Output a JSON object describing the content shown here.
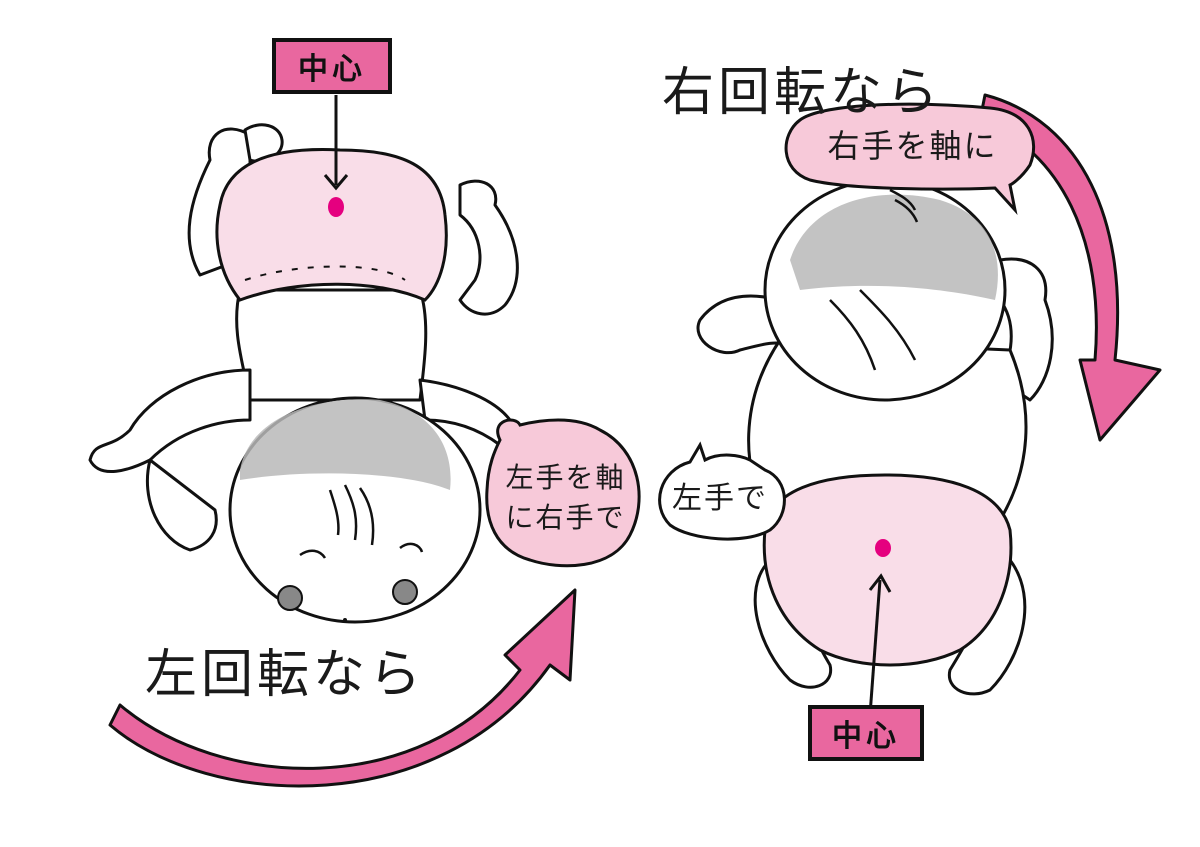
{
  "left_figure": {
    "center_tag": "中心",
    "title": "左回転なら",
    "speech_line1": "左手を軸",
    "speech_line2": "に右手で"
  },
  "right_figure": {
    "center_tag": "中心",
    "title": "右回転なら",
    "speech_top": "右手を軸に",
    "speech_side": "左手で"
  },
  "colors": {
    "arrow_pink": "#e9679f",
    "tag_pink": "#e9679f",
    "diaper_pink": "#f9dde8",
    "bubble_pink": "#f7c9d9",
    "center_dot": "#e5007f",
    "hair_gray": "#b8b8b8",
    "outline": "#111111"
  }
}
